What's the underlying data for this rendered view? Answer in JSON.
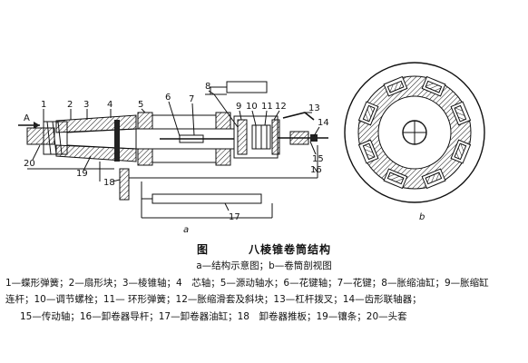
{
  "figure": {
    "callouts": [
      "A",
      "1",
      "2",
      "3",
      "4",
      "5",
      "6",
      "7",
      "8",
      "9",
      "10",
      "11",
      "12",
      "13",
      "14",
      "15",
      "16",
      "17",
      "18",
      "19",
      "20"
    ],
    "sub_labels": {
      "a": "a",
      "b": "b"
    }
  },
  "caption": {
    "label": "图",
    "title": "八棱锥卷筒结构",
    "subtitle": "a—结构示意图；b—卷筒剖视图"
  },
  "legend": {
    "line1": "1—蝶形弹簧；2—扇形块；3—棱锥轴；4　芯轴；5—源动轴水；6—花键轴；7—花键；8—胀缩油缸；9—胀缩缸",
    "line2": "连杆；10—调节螺栓；11— 环形弹簧；12—胀缩滑套及斜块；13—杠杆拨叉；14—齿形联轴器；",
    "line3": "15—传动轴；16—卸卷器导杆；17—卸卷器油缸；18　卸卷器推板；19—镶条；20—头套"
  }
}
